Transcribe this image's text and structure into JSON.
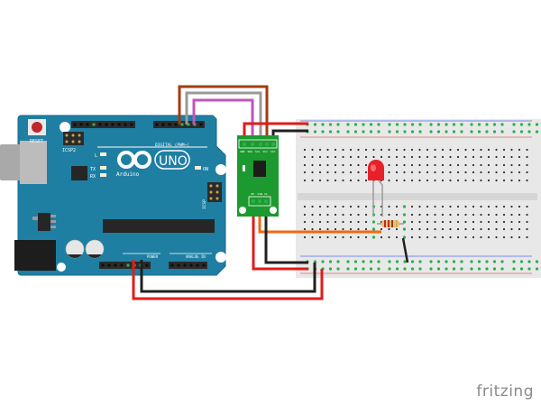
{
  "app": {
    "brand": "fritzing"
  },
  "arduino": {
    "model_label": "UNO",
    "brand_label": "Arduino",
    "reset_label": "RESET",
    "icsp2_label": "ICSP2",
    "icsp_label": "ICSP",
    "led_l_label": "L",
    "tx_label": "TX",
    "rx_label": "RX",
    "on_label": "ON",
    "digital_label": "DIGITAL (PWM~)",
    "power_label": "POWER",
    "analog_label": "ANALOG IN",
    "colors": {
      "board": "#1e7fa3",
      "board_edge": "#166a89",
      "reset_button": "#c0272d",
      "header": "#2b2b2b",
      "chip": "#262626",
      "usb": "#a9a9a9",
      "jack": "#1d1d1d",
      "cap": "#e6e6e6"
    }
  },
  "module": {
    "top_pins": [
      "GND",
      "SDA",
      "SCL",
      "VCC",
      "VCC"
    ],
    "bottom_pins": [
      "VM",
      "VIN",
      "VL"
    ],
    "colors": {
      "pcb": "#1d9a2f",
      "chip": "#1c1c1c"
    }
  },
  "breadboard": {
    "colors": {
      "body": "#e8e8e8",
      "hole": "#2e2e2e",
      "active_hole": "#21b14a",
      "rail_blue": "#5a6fe0",
      "rail_red": "#e36a6a",
      "channel": "#d6d6d6"
    }
  },
  "components": {
    "led": {
      "color": "#e8202a"
    },
    "resistor": {
      "bands": [
        "#c0272d",
        "#c0272d",
        "#8b3d12",
        "#d4a93d"
      ],
      "body": "#e2c27e"
    }
  },
  "wires": {
    "colors": {
      "red": "#e01b1b",
      "black": "#202020",
      "brown": "#a33b10",
      "gray": "#9a9a9a",
      "magenta": "#c055b8",
      "orange": "#ef6a12"
    }
  }
}
